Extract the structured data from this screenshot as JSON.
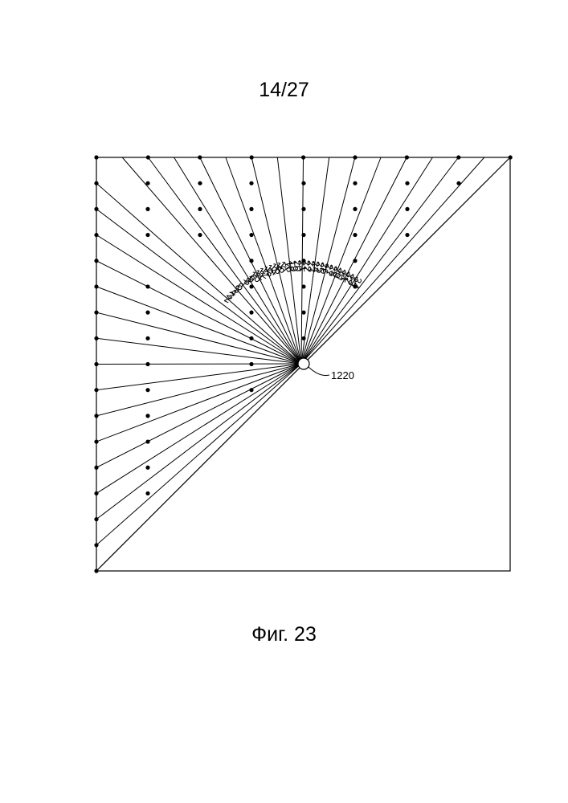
{
  "page_number": "14/27",
  "figure_caption": "Фиг. 23",
  "reference_label": "1220",
  "angle_labels": [
    "2",
    "3",
    "4",
    "5",
    "6",
    "7",
    "8",
    "9",
    "10",
    "11",
    "12",
    "13",
    "14",
    "15",
    "16",
    "17",
    "18",
    "19",
    "20",
    "21",
    "22",
    "23",
    "24",
    "25",
    "26",
    "27",
    "28",
    "29",
    "30",
    "31",
    "32",
    "33",
    "34"
  ],
  "colors": {
    "ink": "#000000",
    "paper": "#ffffff"
  }
}
